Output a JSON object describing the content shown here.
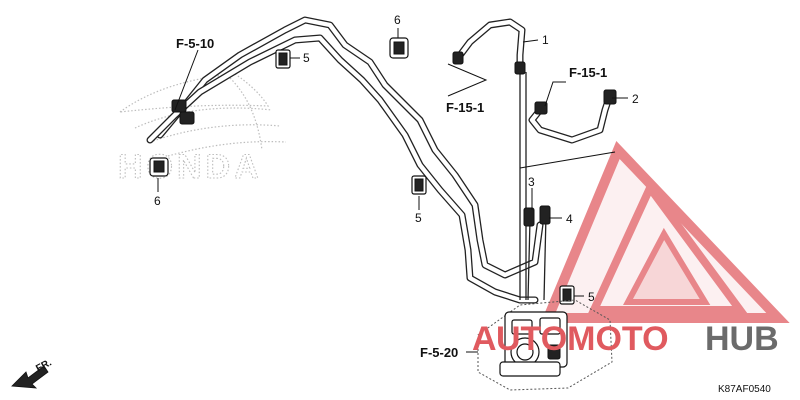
{
  "watermark": {
    "prefix": "A",
    "moto": "UTOMOTO",
    "hub": "HUB",
    "colors": {
      "triangle": "#e8868a",
      "moto": "#e05a5f",
      "hub": "#6b6b6b"
    }
  },
  "background_brand": "HONDA",
  "refs": {
    "f510": "F-5-10",
    "f151_left": "F-15-1",
    "f151_right": "F-15-1",
    "f520": "F-5-20"
  },
  "callouts": {
    "c1": "1",
    "c2": "2",
    "c3": "3",
    "c4": "4",
    "c5_a": "5",
    "c5_b": "5",
    "c5_c": "5",
    "c6_a": "6",
    "c6_b": "6"
  },
  "front_label": "FR.",
  "diagram_code": "K87AF0540"
}
